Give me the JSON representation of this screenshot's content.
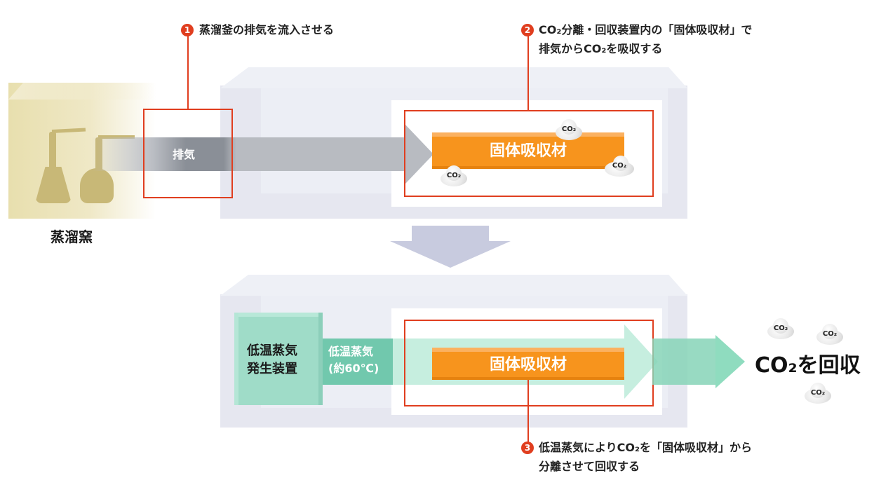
{
  "title": "蒸溜窯からのCO2分離・回収プロセス",
  "callouts": [
    {
      "number": "1",
      "lines": [
        "蒸溜釜の排気を流入させる"
      ]
    },
    {
      "number": "2",
      "lines": [
        "CO₂分離・回収装置内の「固体吸収材」で",
        "排気からCO₂を吸収する"
      ]
    },
    {
      "number": "3",
      "lines": [
        "低温蒸気によりCO₂を「固体吸収材」から",
        "分離させて回収する"
      ]
    }
  ],
  "distillery": {
    "label": "蒸溜窯",
    "icon": "pot-still-icon"
  },
  "exhaust": {
    "label": "排気"
  },
  "absorber": {
    "label": "固体吸収材"
  },
  "co2_cloud_label": "CO₂",
  "steam_generator": {
    "lines": [
      "低温蒸気",
      "発生装置"
    ]
  },
  "steam": {
    "lines": [
      "低温蒸気",
      "(約60℃)"
    ]
  },
  "result": {
    "label": "CO₂を回収"
  },
  "colors": {
    "accent_red": "#e03e1f",
    "absorber_orange": "#f7941d",
    "steam_green": "#71c8ad",
    "exhaust_gray": "#8a8f97",
    "device_lavender": "#e6e7f0",
    "distillery_gold": "#c8b877"
  }
}
